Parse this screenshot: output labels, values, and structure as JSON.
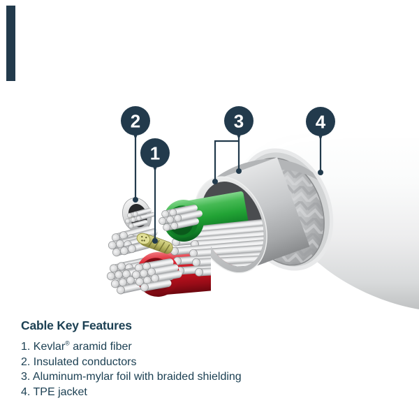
{
  "page": {
    "background": "#ffffff"
  },
  "brand_bar": {
    "color": "#223a4c"
  },
  "diagram": {
    "description": "Cutaway illustration of a charging cable showing internal construction layers",
    "callouts": [
      {
        "number": "1",
        "points_to": "Kevlar aramid fiber"
      },
      {
        "number": "2",
        "points_to": "Insulated conductor"
      },
      {
        "number": "3",
        "points_to": "Aluminum-mylar foil with braided shielding"
      },
      {
        "number": "4",
        "points_to": "TPE jacket"
      }
    ],
    "colors": {
      "callout_navy": "#223a4c",
      "jacket_white": "#f4f5f5",
      "braid_gray": "#b4b6b8",
      "foil_gray": "#c6c8ca",
      "conductor_green": "#22a335",
      "conductor_red": "#c5121f",
      "kevlar_yellow": "#bdbb66",
      "strand_silver": "#d9dadb"
    }
  },
  "legend": {
    "title": "Cable Key Features",
    "text_color": "#1c4053",
    "items": [
      {
        "pre": "1. Kevlar",
        "sup": "®",
        "post": " aramid fiber"
      },
      {
        "text": "2. Insulated conductors"
      },
      {
        "text": "3. Aluminum-mylar foil with braided shielding"
      },
      {
        "text": "4. TPE jacket"
      }
    ]
  }
}
